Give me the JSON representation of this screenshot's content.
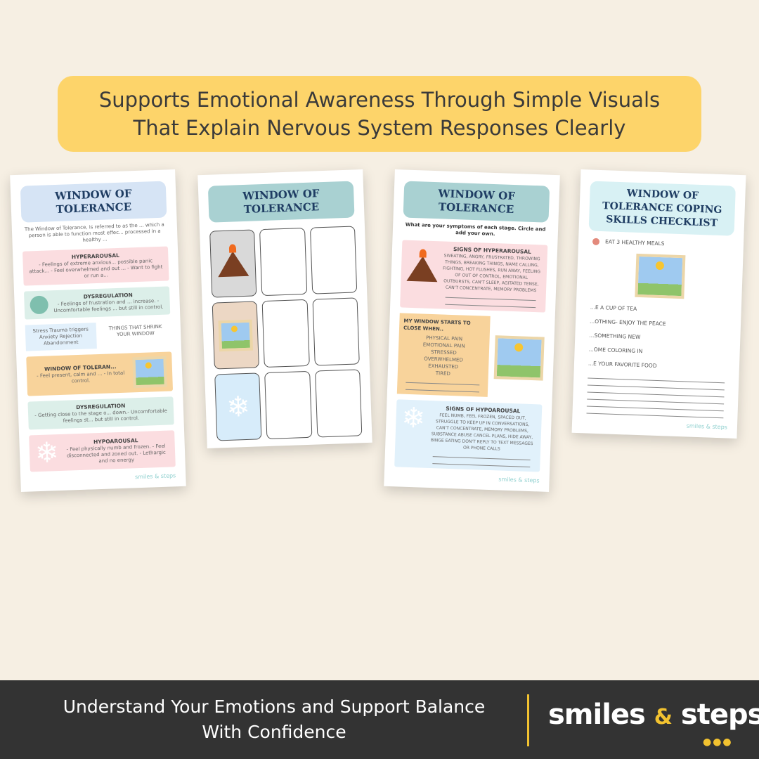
{
  "banner": {
    "line1": "Supports Emotional Awareness Through Simple Visuals",
    "line2": "That Explain Nervous System Responses Clearly"
  },
  "page_info": {
    "title": "WINDOW OF TOLERANCE",
    "intro": "The Window of Tolerance, is referred to as the ... which a person is able to function most effec... processed in a healthy ...",
    "sections": [
      {
        "heading": "HYPERAROUSAL",
        "text": "- Feelings of extreme anxious... possible panic attack... - Feel overwhelmed and out ... - Want to fight or run a..."
      },
      {
        "heading": "DYSREGULATION",
        "text": "- Feelings of frustration and ... increase. - Uncomfortable feelings ... but still in control."
      },
      {
        "heading": "WINDOW OF TOLERAN...",
        "text": "- Feel present, calm and ... - In total control."
      },
      {
        "heading": "DYSREGULATION",
        "text": "- Getting close to the stage o... down.- Uncomfortable feelings st... but still in control."
      },
      {
        "heading": "HYPOAROUSAL",
        "text": "- Feel physically numb and frozen. - Feel disconnected and zoned out. - Lethargic and no energy"
      }
    ],
    "shrink_list": "Stress Trauma triggers Anxiety Rejection Abandonment",
    "shrink_label": "THINGS THAT SHRINK YOUR WINDOW"
  },
  "page_grid": {
    "title": "WINDOW OF TOLERANCE"
  },
  "page_symptoms": {
    "title": "WINDOW OF TOLERANCE",
    "subtitle": "What are your symptoms of each stage. Circle and add your own.",
    "hyper_heading": "SIGNS OF HYPERAROUSAL",
    "hyper_text": "SWEATING, ANGRY, FRUSTRATED, THROWING THINGS, BREAKING THINGS, NAME CALLING, FIGHTING, HOT FLUSHES, RUN AWAY, FEELING OF OUT OF CONTROL, EMOTIONAL OUTBURSTS, CAN'T SLEEP, AGITATED TENSE, CAN'T CONCENTRATE, MEMORY PROBLEMS",
    "close_heading": "MY WINDOW STARTS TO CLOSE WHEN..",
    "close_items": [
      "PHYSICAL PAIN",
      "EMOTIONAL PAIN",
      "STRESSED",
      "OVERWHELMED",
      "EXHAUSTED",
      "TIRED"
    ],
    "hypo_heading": "SIGNS OF HYPOAROUSAL",
    "hypo_text": "FEEL NUMB, FEEL FROZEN, SPACED OUT, STRUGGLE TO KEEP UP IN CONVERSATIONS, CAN'T CONCENTRATE, MEMORY PROBLEMS, SUBSTANCE ABUSE CANCEL PLANS, HIDE AWAY, BINGE EATING DON'T REPLY TO TEXT MESSAGES OR PHONE CALLS"
  },
  "page_checklist": {
    "title": "WINDOW OF TOLERANCE COPING SKILLS CHECKLIST",
    "items": [
      "EAT 3 HEALTHY MEALS",
      "...E A CUP OF TEA",
      "...OTHING- ENJOY THE PEACE",
      "...SOMETHING NEW",
      "...OME COLORING IN",
      "...E YOUR FAVORITE FOOD"
    ]
  },
  "page_footer_mark": "smiles & steps",
  "footer": {
    "tagline1": "Understand Your Emotions and Support Balance",
    "tagline2": "With Confidence",
    "logo_a": "smiles",
    "logo_amp": "&",
    "logo_b": "steps",
    "logo_tm": "™"
  },
  "colors": {
    "background": "#f6efe3",
    "banner": "#fdd46a",
    "footer": "#333333",
    "accent": "#f2c230"
  }
}
